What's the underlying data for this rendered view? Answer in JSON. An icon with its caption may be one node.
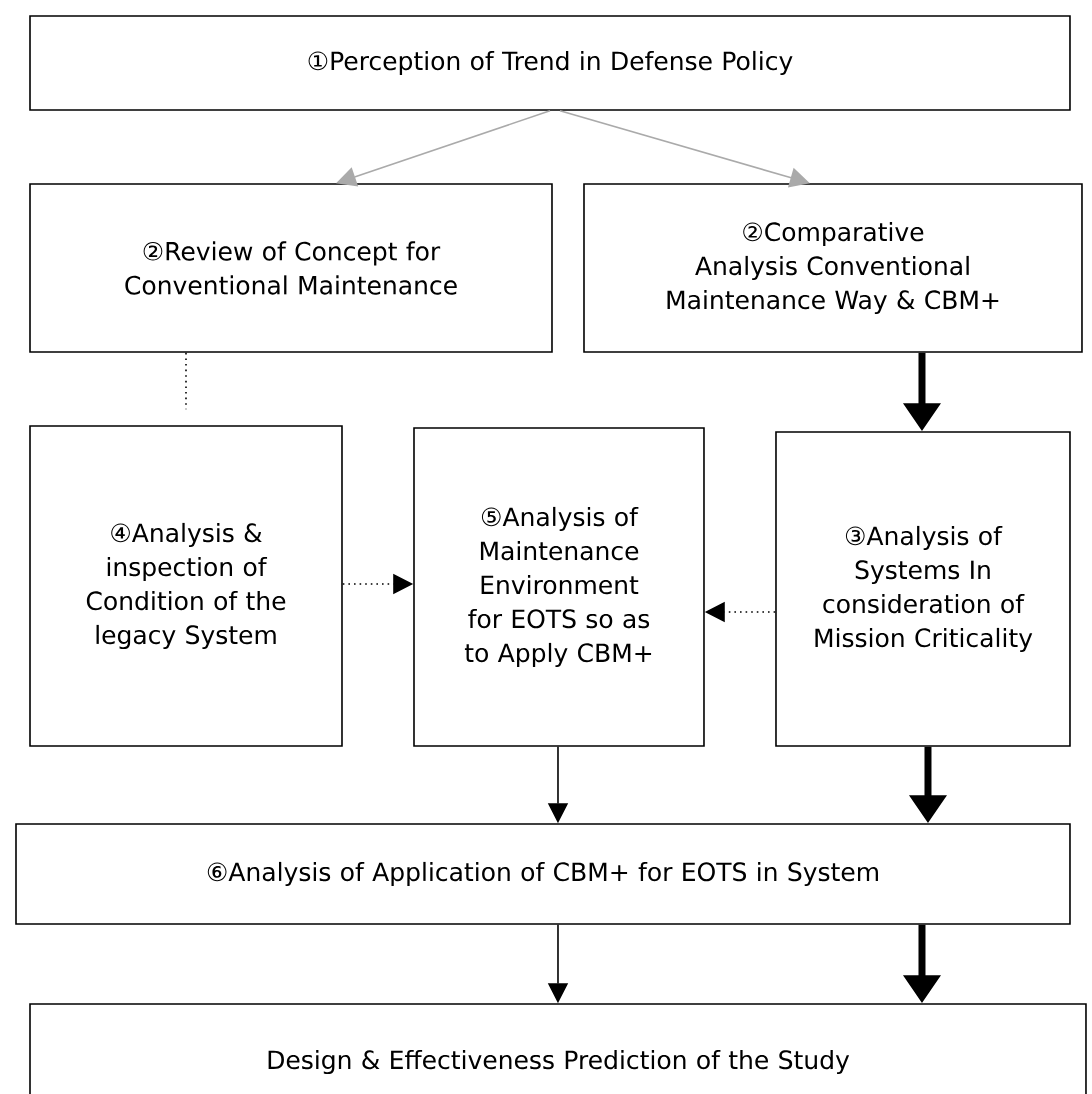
{
  "diagram": {
    "nodes": [
      {
        "text": [
          "①Perception of Trend in Defense Policy"
        ]
      },
      {
        "text": [
          "②Review of Concept for Conventional Maintenance"
        ]
      },
      {
        "text": [
          "②Comparative Analysis Conventional Maintenance Way & CBM+"
        ]
      },
      {
        "text": [
          "④Analysis & inspection of Condition of the legacy System"
        ]
      },
      {
        "text": [
          "⑤Analysis of Maintenance Environment for EOTS so as to Apply CBM+"
        ]
      },
      {
        "text": [
          "③Analysis of Systems In consideration of Mission Criticality"
        ]
      },
      {
        "text": [
          "⑥Analysis of Application of CBM+ for EOTS in System"
        ]
      },
      {
        "text": [
          "Design & Effectiveness Prediction of the Study"
        ]
      }
    ],
    "edges": [
      {
        "from": 0,
        "to": 1,
        "arrow": "to",
        "color": "#aaaaaa"
      },
      {
        "from": 0,
        "to": 2,
        "arrow": "to",
        "color": "#aaaaaa"
      },
      {
        "from": 1,
        "to": 3,
        "arrow": "none",
        "style": "dashed"
      },
      {
        "from": 2,
        "to": 5,
        "arrow": "to",
        "style": "thick"
      },
      {
        "from": 3,
        "to": 4,
        "arrow": "to",
        "style": "dashed"
      },
      {
        "from": 5,
        "to": 4,
        "arrow": "to",
        "style": "dashed"
      },
      {
        "from": 4,
        "to": 6,
        "arrow": "to"
      },
      {
        "from": 5,
        "to": 6,
        "arrow": "to",
        "style": "thick"
      },
      {
        "from": 6,
        "to": 7,
        "arrow": "to"
      },
      {
        "from": 6,
        "to": 7,
        "arrow": "to",
        "style": "thick"
      }
    ]
  }
}
